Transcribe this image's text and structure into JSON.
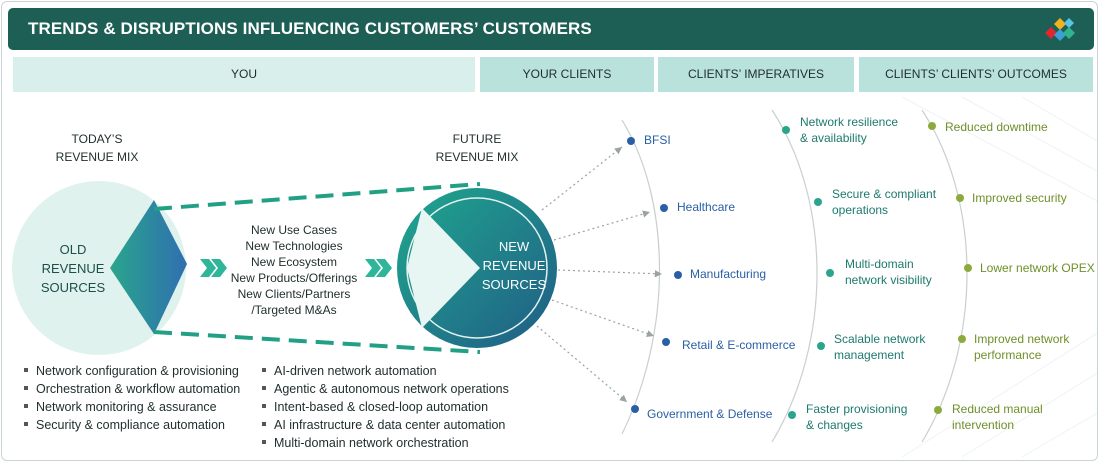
{
  "header": {
    "title": "TRENDS & DISRUPTIONS INFLUENCING CUSTOMERS’ CUSTOMERS"
  },
  "columns": {
    "you": "YOU",
    "your_clients": "YOUR CLIENTS",
    "clients_imperatives": "CLIENTS’ IMPERATIVES",
    "clients_clients_outcomes": "CLIENTS’ CLIENTS’ OUTCOMES"
  },
  "today": {
    "label_line1": "TODAY’S",
    "label_line2": "REVENUE MIX",
    "circle_line1": "OLD",
    "circle_line2": "REVENUE",
    "circle_line3": "SOURCES"
  },
  "future": {
    "label_line1": "FUTURE",
    "label_line2": "REVENUE MIX",
    "circle_line1": "NEW",
    "circle_line2": "REVENUE",
    "circle_line3": "SOURCES"
  },
  "drivers": [
    "New Use Cases",
    "New Technologies",
    "New Ecosystem",
    "New Products/Offerings",
    "New Clients/Partners",
    "/Targeted M&As"
  ],
  "old_bullets": [
    "Network configuration & provisioning",
    "Orchestration & workflow automation",
    "Network monitoring & assurance",
    "Security & compliance automation"
  ],
  "new_bullets": [
    "AI-driven network automation",
    "Agentic & autonomous network operations",
    "Intent-based & closed-loop automation",
    "AI infrastructure & data center automation",
    "Multi-domain network orchestration"
  ],
  "clients": [
    "BFSI",
    "Healthcare",
    "Manufacturing",
    "Retail & E-commerce",
    "Government & Defense"
  ],
  "imperatives": [
    {
      "line1": "Network resilience",
      "line2": "& availability"
    },
    {
      "line1": "Secure & compliant",
      "line2": "operations"
    },
    {
      "line1": "Multi-domain",
      "line2": "network visibility"
    },
    {
      "line1": "Scalable network",
      "line2": "management"
    },
    {
      "line1": "Faster provisioning",
      "line2": "& changes"
    }
  ],
  "outcomes": [
    {
      "line1": "Reduced downtime",
      "line2": ""
    },
    {
      "line1": "Improved security",
      "line2": ""
    },
    {
      "line1": "Lower network OPEX",
      "line2": ""
    },
    {
      "line1": "Improved network",
      "line2": "performance"
    },
    {
      "line1": "Reduced manual",
      "line2": "intervention"
    }
  ],
  "colors": {
    "title_bar": "#1d5e55",
    "header_light": "#d8efeb",
    "header_dark": "#b9e2dd",
    "client_blue": "#2a5fa5",
    "imperative_teal": "#1d7a6e",
    "outcome_green": "#6f8f2a"
  }
}
